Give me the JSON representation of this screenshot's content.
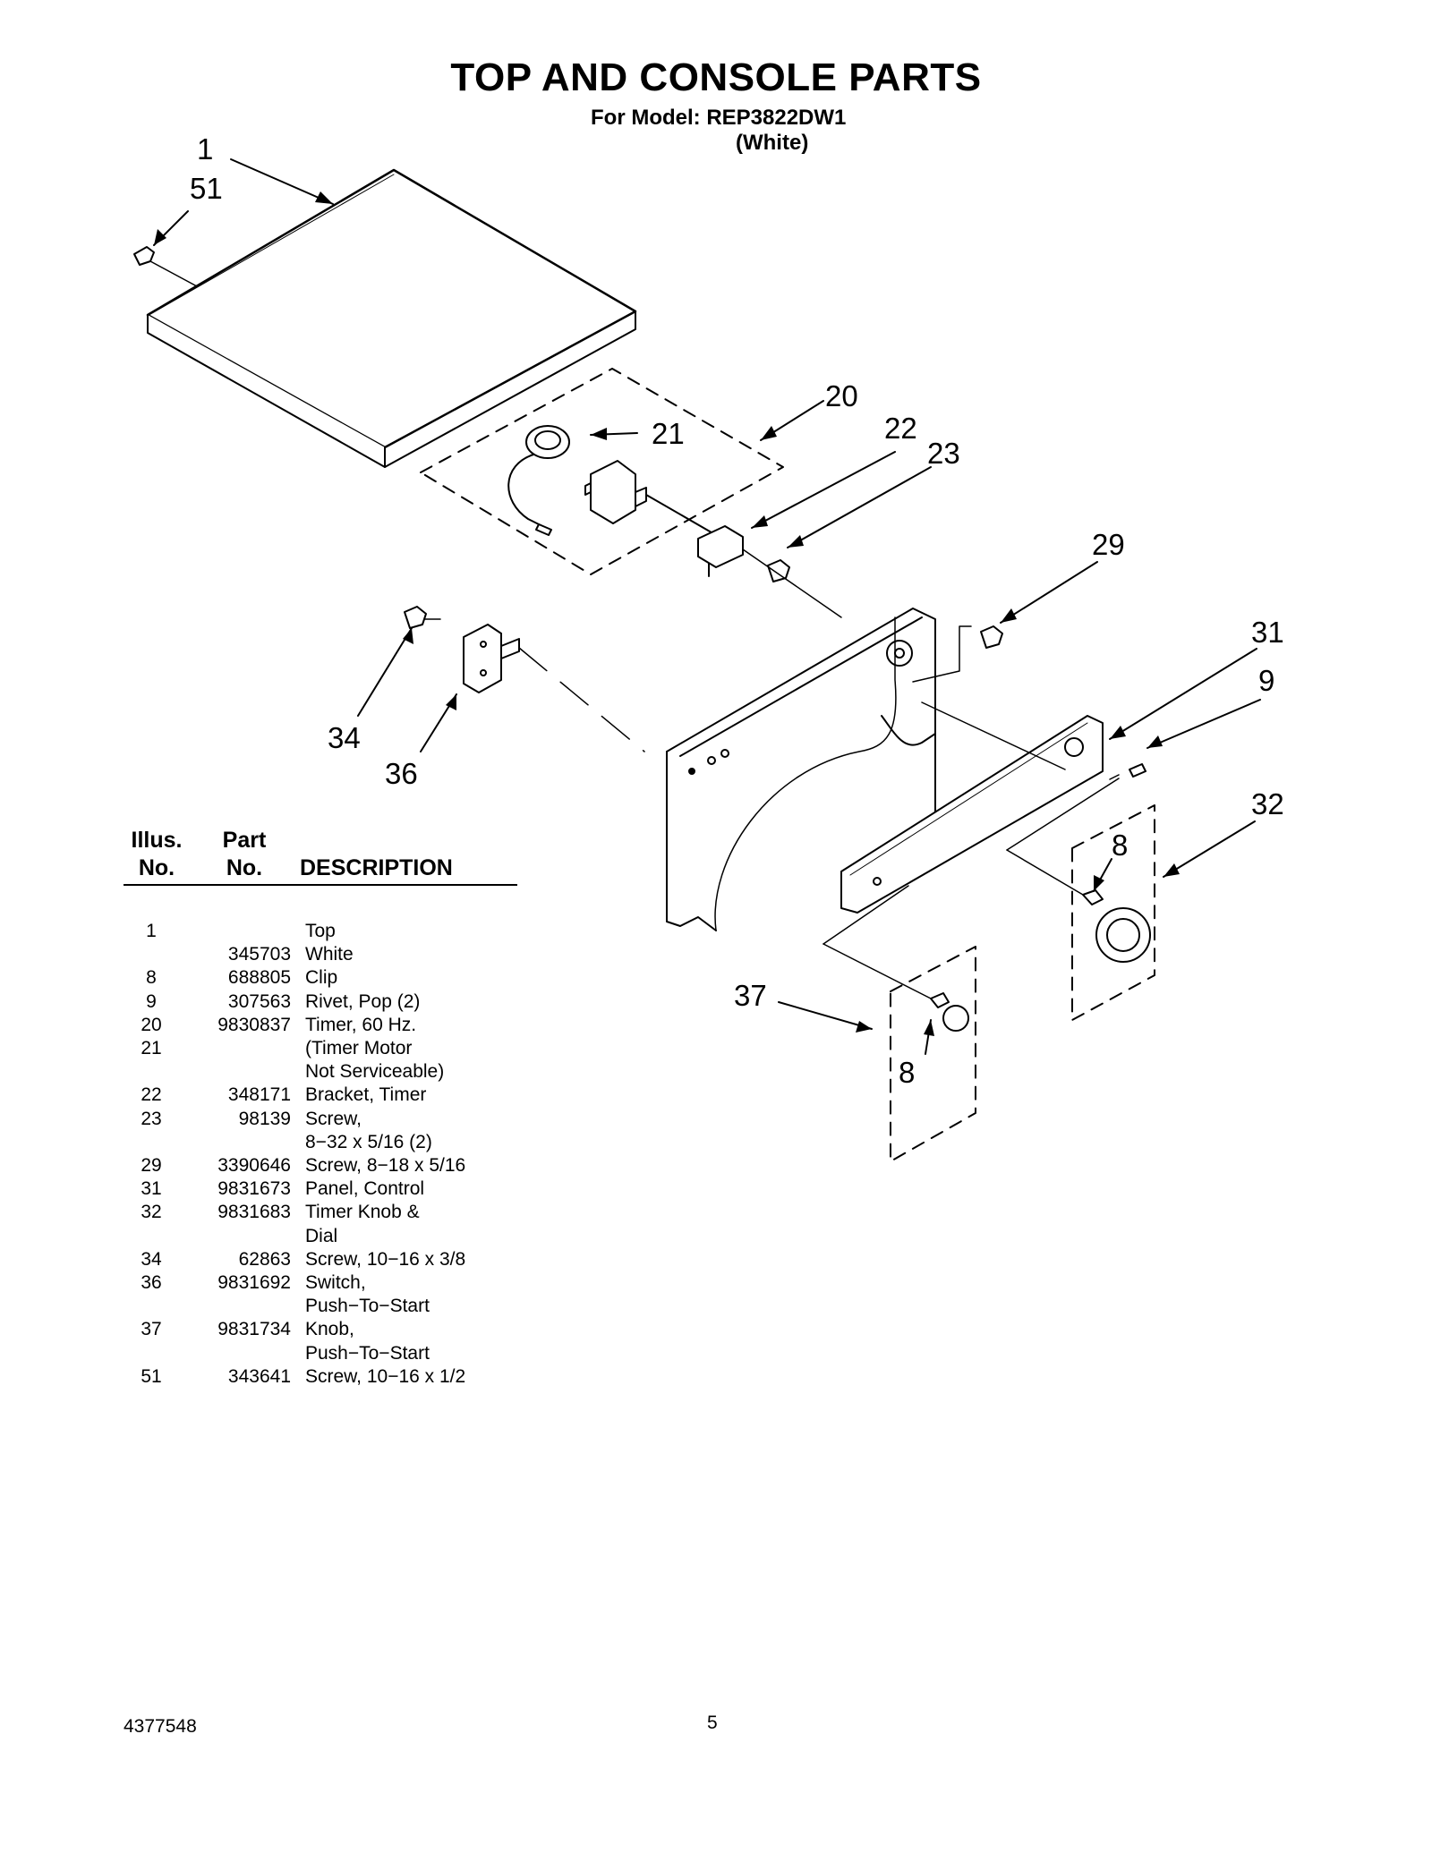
{
  "header": {
    "title": "TOP AND CONSOLE PARTS",
    "model_line": "For Model: REP3822DW1",
    "color_line": "(White)"
  },
  "callouts": [
    "1",
    "51",
    "20",
    "21",
    "22",
    "23",
    "29",
    "31",
    "9",
    "32",
    "8",
    "34",
    "36",
    "37",
    "8"
  ],
  "parts_table": {
    "headers": {
      "illus_line1": "Illus.",
      "illus_line2": "No.",
      "part_line1": "Part",
      "part_line2": "No.",
      "description": "DESCRIPTION"
    },
    "rows": [
      {
        "no": "1",
        "part": "",
        "desc": "Top"
      },
      {
        "no": "",
        "part": "345703",
        "desc": "White"
      },
      {
        "no": "8",
        "part": "688805",
        "desc": "Clip"
      },
      {
        "no": "9",
        "part": "307563",
        "desc": "Rivet, Pop (2)"
      },
      {
        "no": "20",
        "part": "9830837",
        "desc": "Timer, 60 Hz."
      },
      {
        "no": "21",
        "part": "",
        "desc": "(Timer Motor"
      },
      {
        "no": "",
        "part": "",
        "desc": "Not Serviceable)"
      },
      {
        "no": "22",
        "part": "348171",
        "desc": "Bracket, Timer"
      },
      {
        "no": "23",
        "part": "98139",
        "desc": "Screw,"
      },
      {
        "no": "",
        "part": "",
        "desc": "8−32 x 5/16 (2)"
      },
      {
        "no": "29",
        "part": "3390646",
        "desc": "Screw, 8−18 x 5/16"
      },
      {
        "no": "31",
        "part": "9831673",
        "desc": "Panel, Control"
      },
      {
        "no": "32",
        "part": "9831683",
        "desc": "Timer Knob &"
      },
      {
        "no": "",
        "part": "",
        "desc": "Dial"
      },
      {
        "no": "34",
        "part": "62863",
        "desc": "Screw, 10−16 x 3/8"
      },
      {
        "no": "36",
        "part": "9831692",
        "desc": "Switch,"
      },
      {
        "no": "",
        "part": "",
        "desc": "Push−To−Start"
      },
      {
        "no": "37",
        "part": "9831734",
        "desc": "Knob,"
      },
      {
        "no": "",
        "part": "",
        "desc": "Push−To−Start"
      },
      {
        "no": "51",
        "part": "343641",
        "desc": "Screw, 10−16 x 1/2"
      }
    ]
  },
  "footer": {
    "doc_number": "4377548",
    "page_number": "5"
  }
}
